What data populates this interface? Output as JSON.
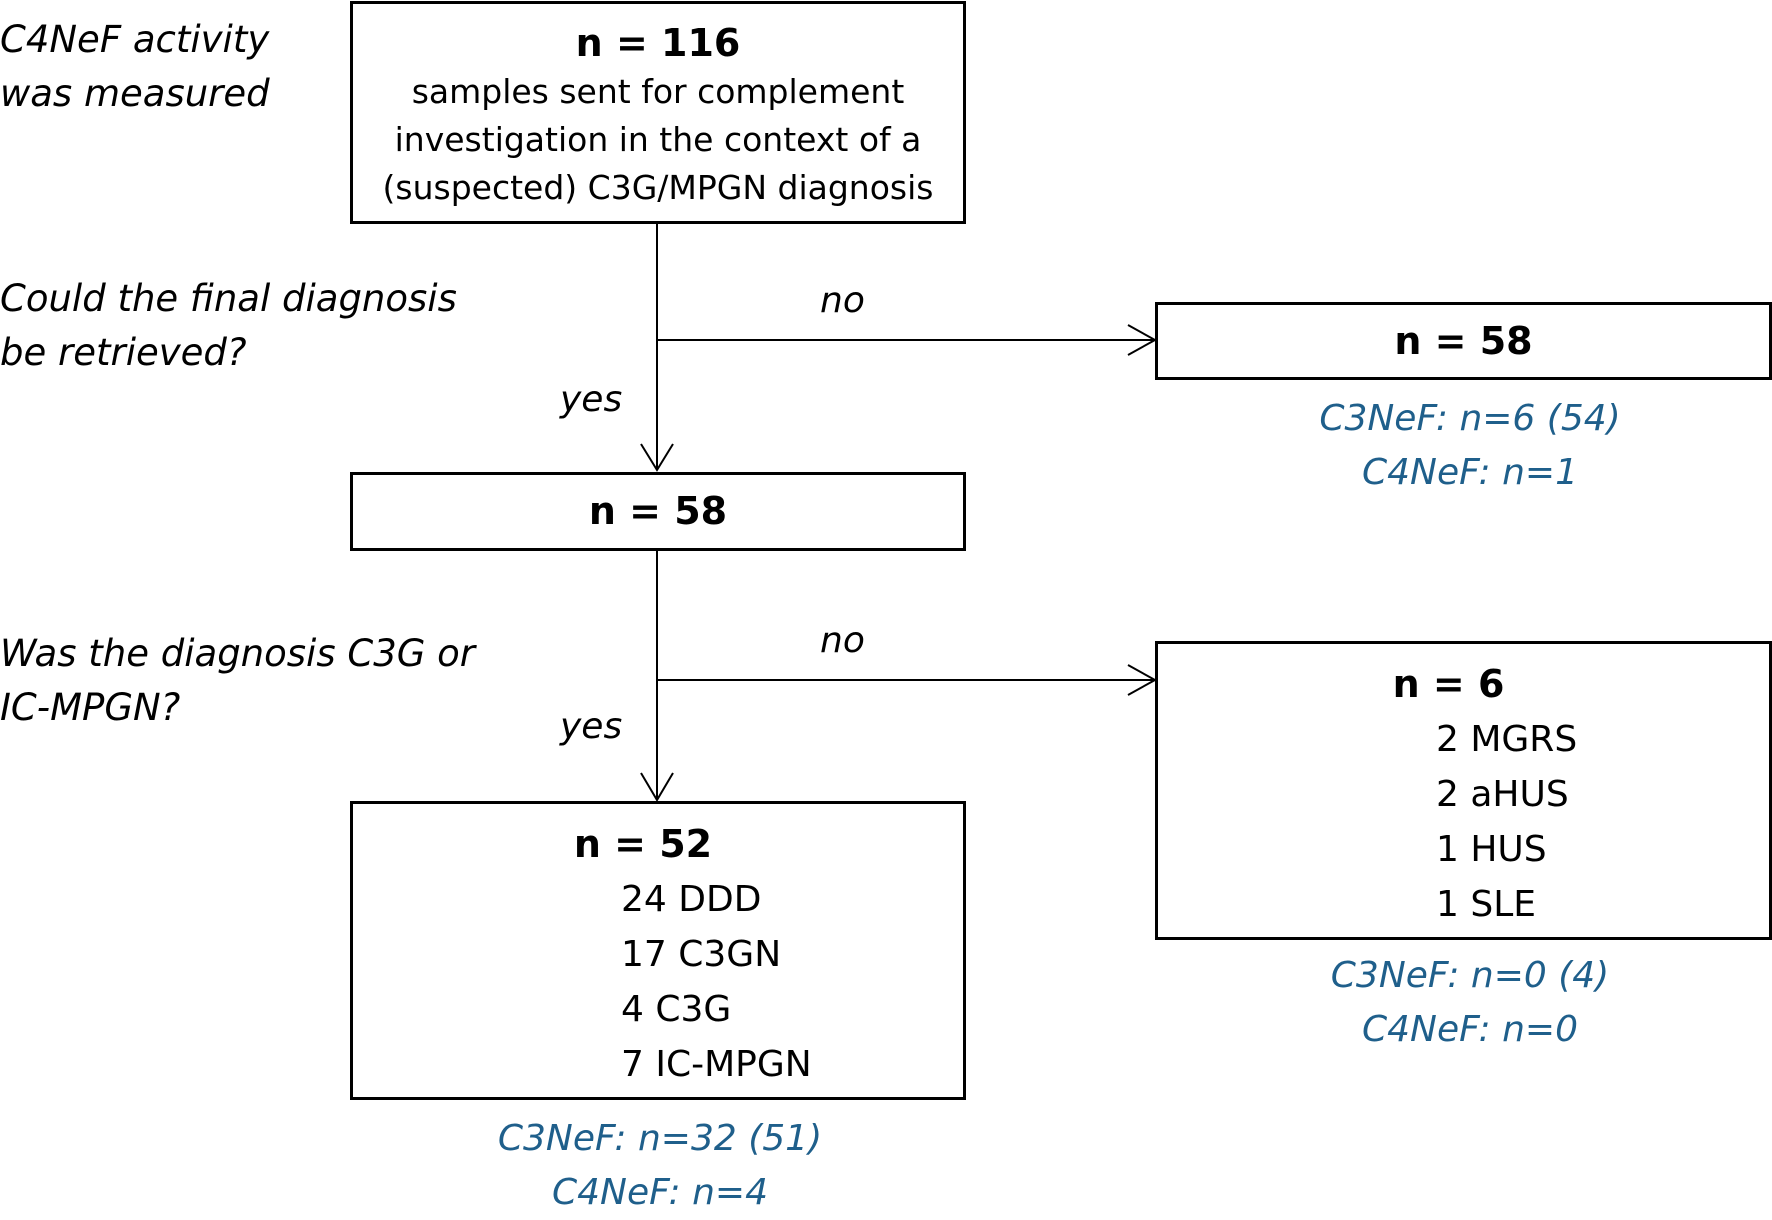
{
  "questions": {
    "q1": [
      "C4NeF activity",
      "was measured"
    ],
    "q2": [
      "Could the final diagnosis",
      "be retrieved?"
    ],
    "q3": [
      "Was the diagnosis C3G or",
      "IC-MPGN?"
    ]
  },
  "labels": {
    "no1": "no",
    "yes1": "yes",
    "no2": "no",
    "yes2": "yes"
  },
  "boxes": {
    "top": {
      "count": "n = 116",
      "description": [
        "samples sent for complement",
        "investigation in the context of a",
        "(suspected) C3G/MPGN diagnosis"
      ]
    },
    "excluded_no_dx": {
      "count": "n = 58",
      "notes": [
        "C3NeF: n=6 (54)",
        "C4NeF: n=1"
      ]
    },
    "retrieved": {
      "count": "n = 58"
    },
    "other_dx": {
      "count": "n = 6",
      "items": [
        "2 MGRS",
        "2 aHUS",
        "1 HUS",
        "1 SLE"
      ],
      "notes": [
        "C3NeF: n=0 (4)",
        "C4NeF: n=0"
      ]
    },
    "c3g_icmpgn": {
      "count": "n = 52",
      "items": [
        "24 DDD",
        "17 C3GN",
        "4 C3G",
        "7 IC-MPGN"
      ],
      "notes": [
        "C3NeF: n=32 (51)",
        "C4NeF: n=4"
      ]
    }
  },
  "colors": {
    "note_text": "#1f5f8b",
    "lines": "#000000"
  }
}
